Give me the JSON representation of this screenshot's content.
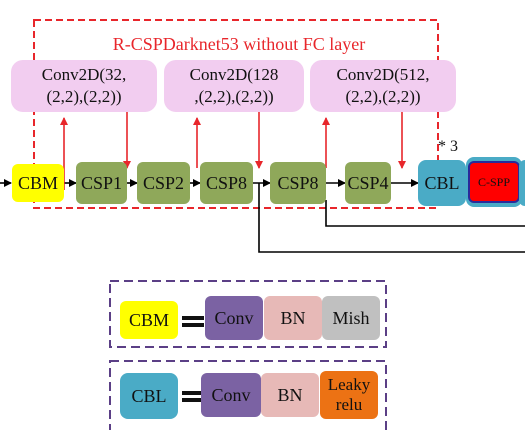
{
  "title": "R-CSPDarknet53 without FC layer",
  "colors": {
    "title_red": "#e8262b",
    "dashed_red": "#e8262b",
    "legend_dash": "#5b3f86",
    "cbm_yellow": "#ffff00",
    "csp_green": "#8fa85a",
    "cbl_blue": "#4aabc6",
    "cspp_red": "#ff0000",
    "conv_purple": "#7b62a3",
    "bn_pink": "#e7b9b7",
    "mish_grey": "#c0c0c0",
    "leaky_orange": "#ec7214",
    "conv2d_pink": "#f2cdf0",
    "arrow_red": "#e8262b",
    "arrow_black": "#000000"
  },
  "conv_blocks": [
    {
      "line1": "Conv2D(32,",
      "line2": "(2,2),(2,2))"
    },
    {
      "line1": "Conv2D(128",
      "line2": ",(2,2),(2,2))"
    },
    {
      "line1": "Conv2D(512,",
      "line2": "(2,2),(2,2))"
    }
  ],
  "pipeline": {
    "cbm": "CBM",
    "csp1": "CSP1",
    "csp2": "CSP2",
    "csp8a": "CSP8",
    "csp8b": "CSP8",
    "csp4": "CSP4",
    "cbl": "CBL",
    "cspp": "C-SPP",
    "repeat": "* 3"
  },
  "legend_cbm": {
    "head": "CBM",
    "conv": "Conv",
    "bn": "BN",
    "act": "Mish"
  },
  "legend_cbl": {
    "head": "CBL",
    "conv": "Conv",
    "bn": "BN",
    "act_line1": "Leaky",
    "act_line2": "relu"
  }
}
